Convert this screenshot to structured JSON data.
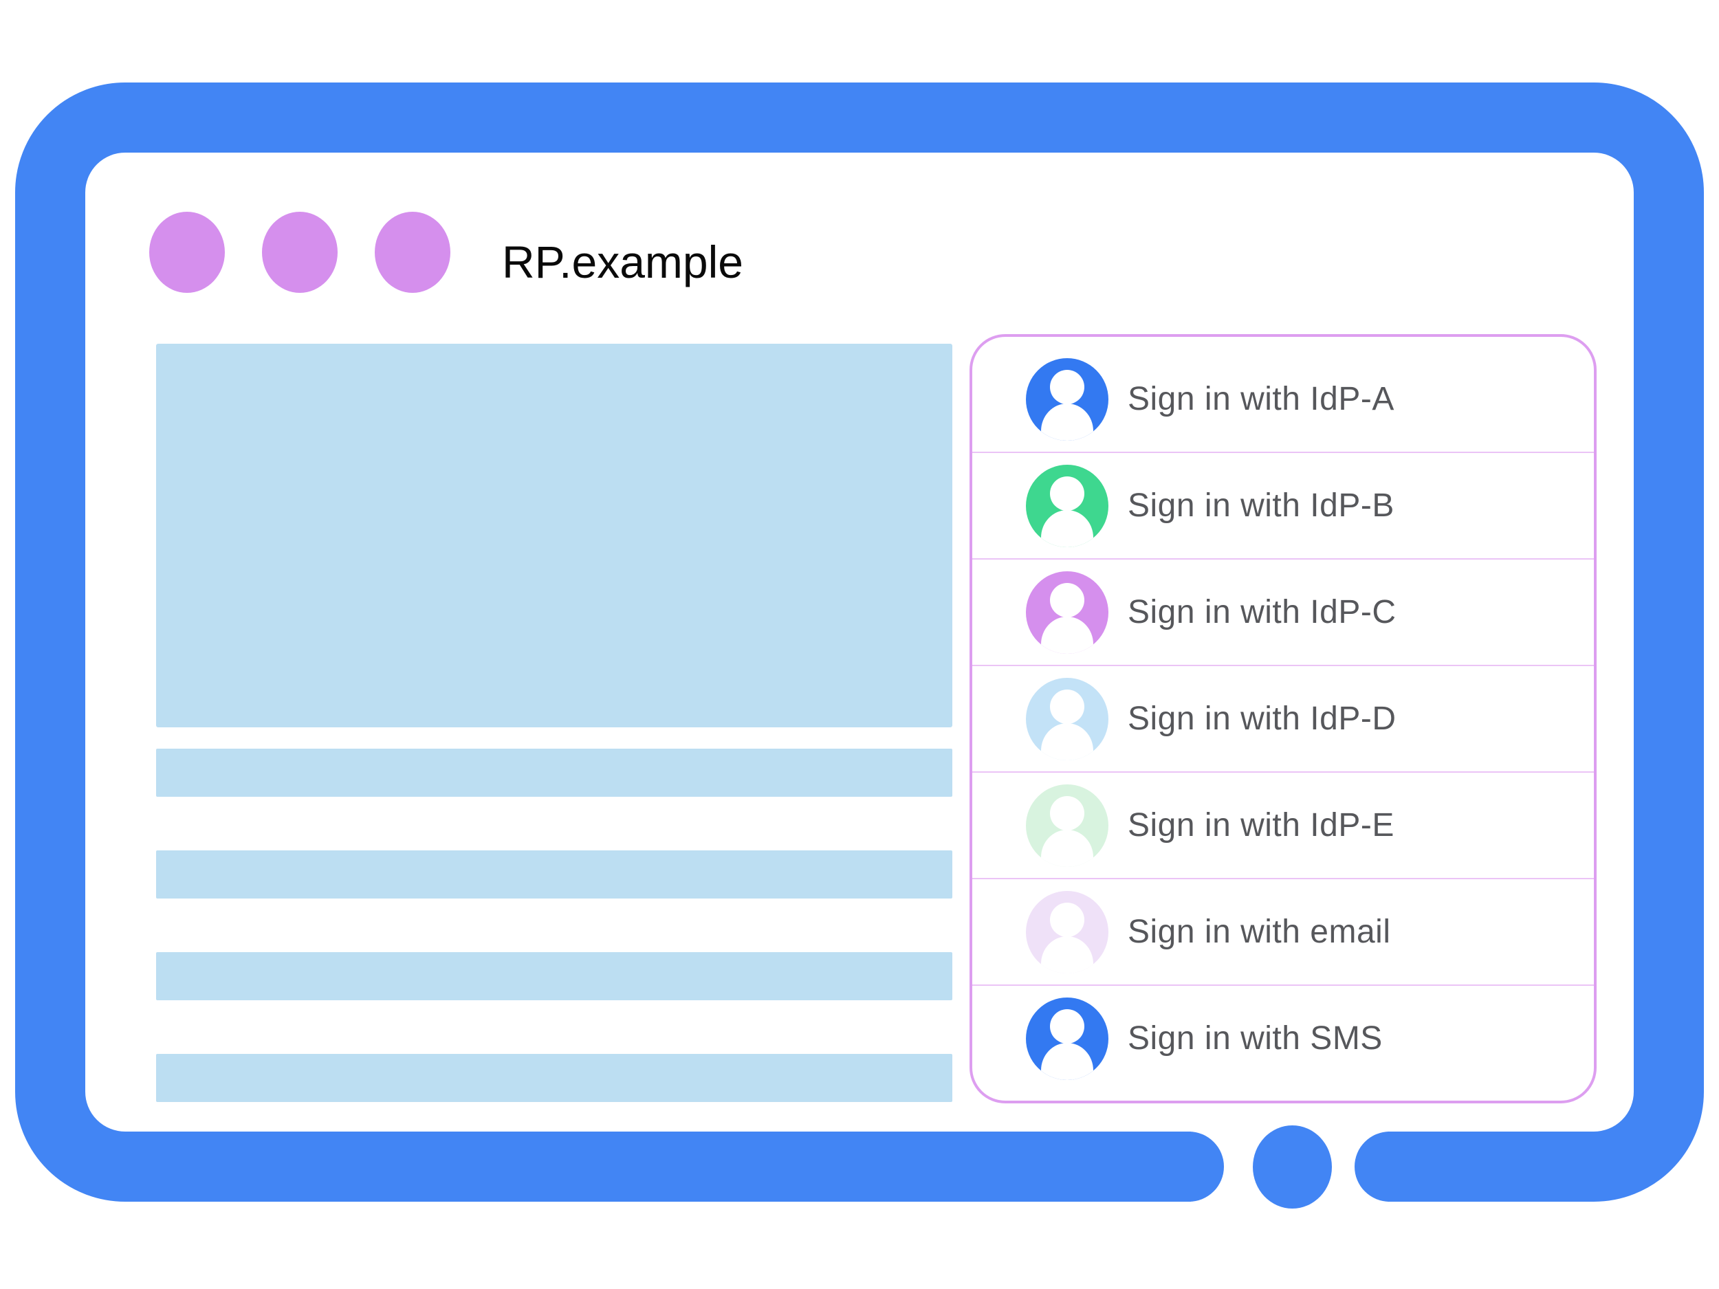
{
  "browser_window": {
    "title": "RP.example",
    "window_dots": [
      "window-control-dot",
      "window-control-dot",
      "window-control-dot"
    ]
  },
  "signin_panel": {
    "items": [
      {
        "label": "Sign in with IdP-A",
        "avatar_icon": "person-avatar-icon",
        "avatar_color": "#3379F1"
      },
      {
        "label": "Sign in with IdP-B",
        "avatar_icon": "person-avatar-icon",
        "avatar_color": "#3ED78F"
      },
      {
        "label": "Sign in with IdP-C",
        "avatar_icon": "person-avatar-icon",
        "avatar_color": "#D58FED"
      },
      {
        "label": "Sign in with IdP-D",
        "avatar_icon": "person-avatar-icon",
        "avatar_color": "#C3E2F7"
      },
      {
        "label": "Sign in with IdP-E",
        "avatar_icon": "person-avatar-icon",
        "avatar_color": "#D8F3DF"
      },
      {
        "label": "Sign in with email",
        "avatar_icon": "person-avatar-icon",
        "avatar_color": "#EFE1F8"
      },
      {
        "label": "Sign in with SMS",
        "avatar_icon": "person-avatar-icon",
        "avatar_color": "#3379F1"
      }
    ]
  },
  "colors": {
    "frame_blue": "#4285F4",
    "dot_purple": "#D58FED",
    "content_blue": "#BCDEF2",
    "panel_border": "#DD9EF0",
    "panel_divider": "#EBC4F6",
    "label_gray": "#56575B",
    "title_black": "#0A0A0A"
  }
}
